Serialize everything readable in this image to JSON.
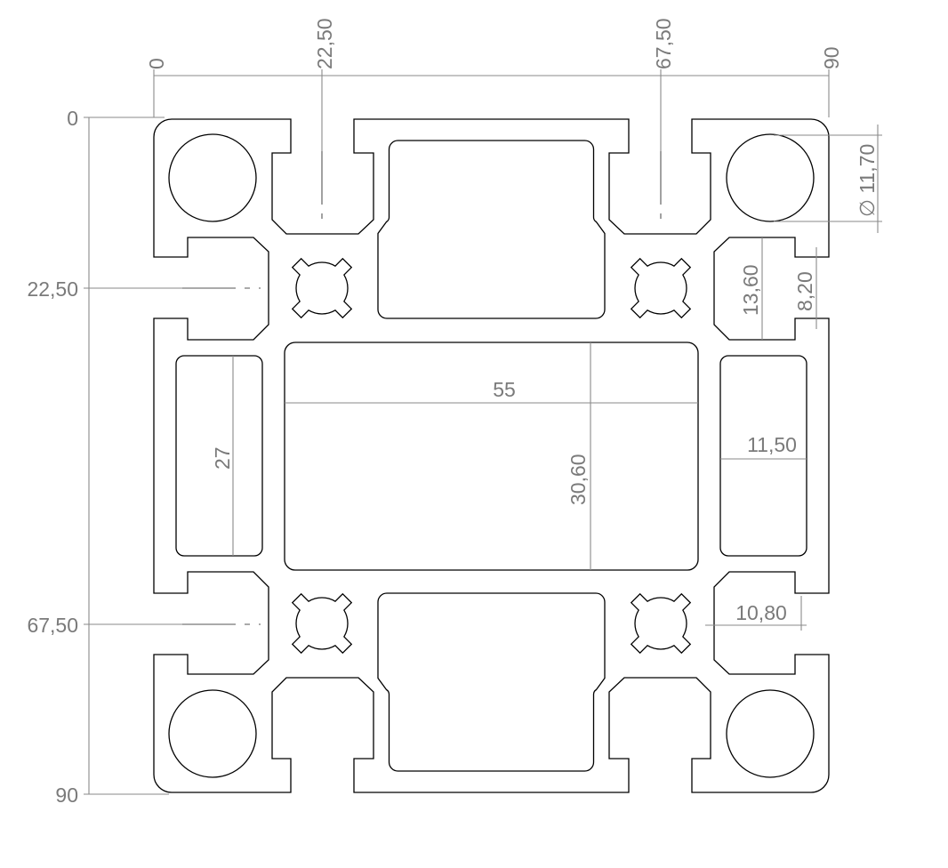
{
  "drawing": {
    "top_ruler": {
      "labels": [
        "0",
        "22,50",
        "67,50",
        "90"
      ]
    },
    "left_ruler": {
      "labels": [
        "0",
        "22,50",
        "67,50",
        "90"
      ]
    },
    "dimensions": {
      "diameter": "∅ 11,70",
      "slot_height": "13,60",
      "slot_opening": "8,20",
      "center_width": "55",
      "center_height": "30,60",
      "side_cavity_height": "27",
      "side_cavity_width": "11,50",
      "slot_depth": "10,80"
    }
  }
}
